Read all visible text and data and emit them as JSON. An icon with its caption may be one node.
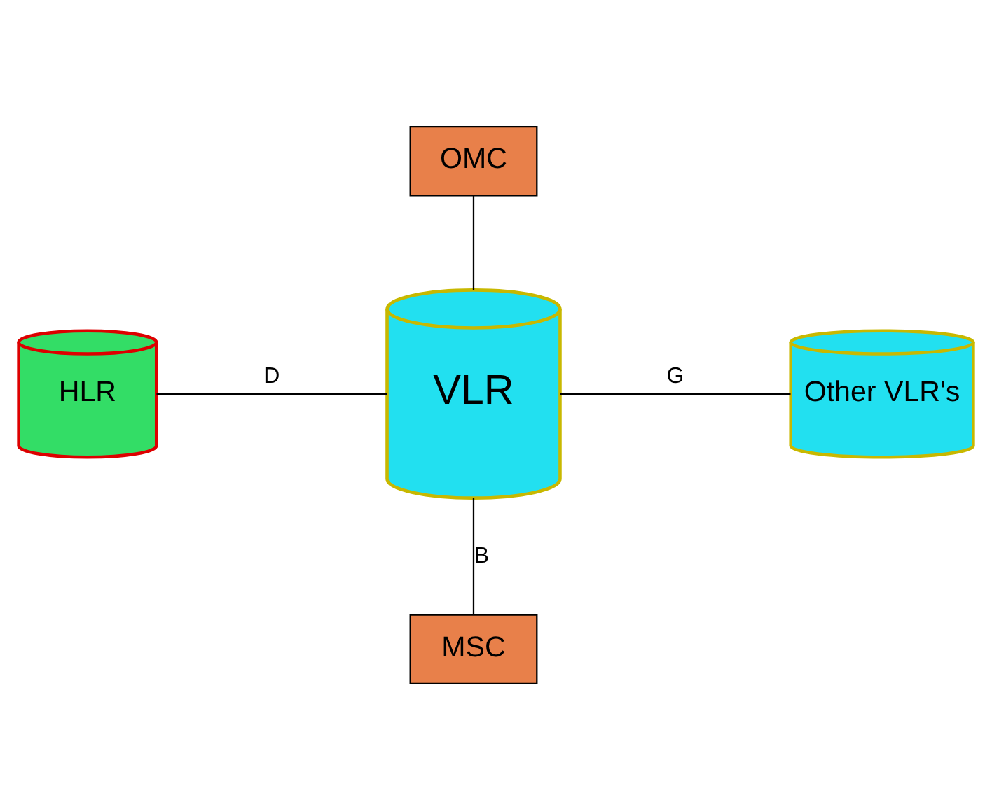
{
  "diagram": {
    "nodes": [
      {
        "text": [
          "OMC"
        ]
      },
      {
        "text": [
          "HLR"
        ]
      },
      {
        "text": [
          "VLR"
        ]
      },
      {
        "text": [
          "Other VLR's"
        ]
      },
      {
        "text": [
          "MSC"
        ]
      }
    ],
    "edges": [
      {
        "from": 0,
        "to": 2,
        "arrow": "none"
      },
      {
        "from": 1,
        "to": 2,
        "arrow": "none",
        "label": "D"
      },
      {
        "from": 2,
        "to": 3,
        "arrow": "none",
        "label": "G"
      },
      {
        "from": 2,
        "to": 4,
        "arrow": "none",
        "label": "B"
      }
    ]
  }
}
